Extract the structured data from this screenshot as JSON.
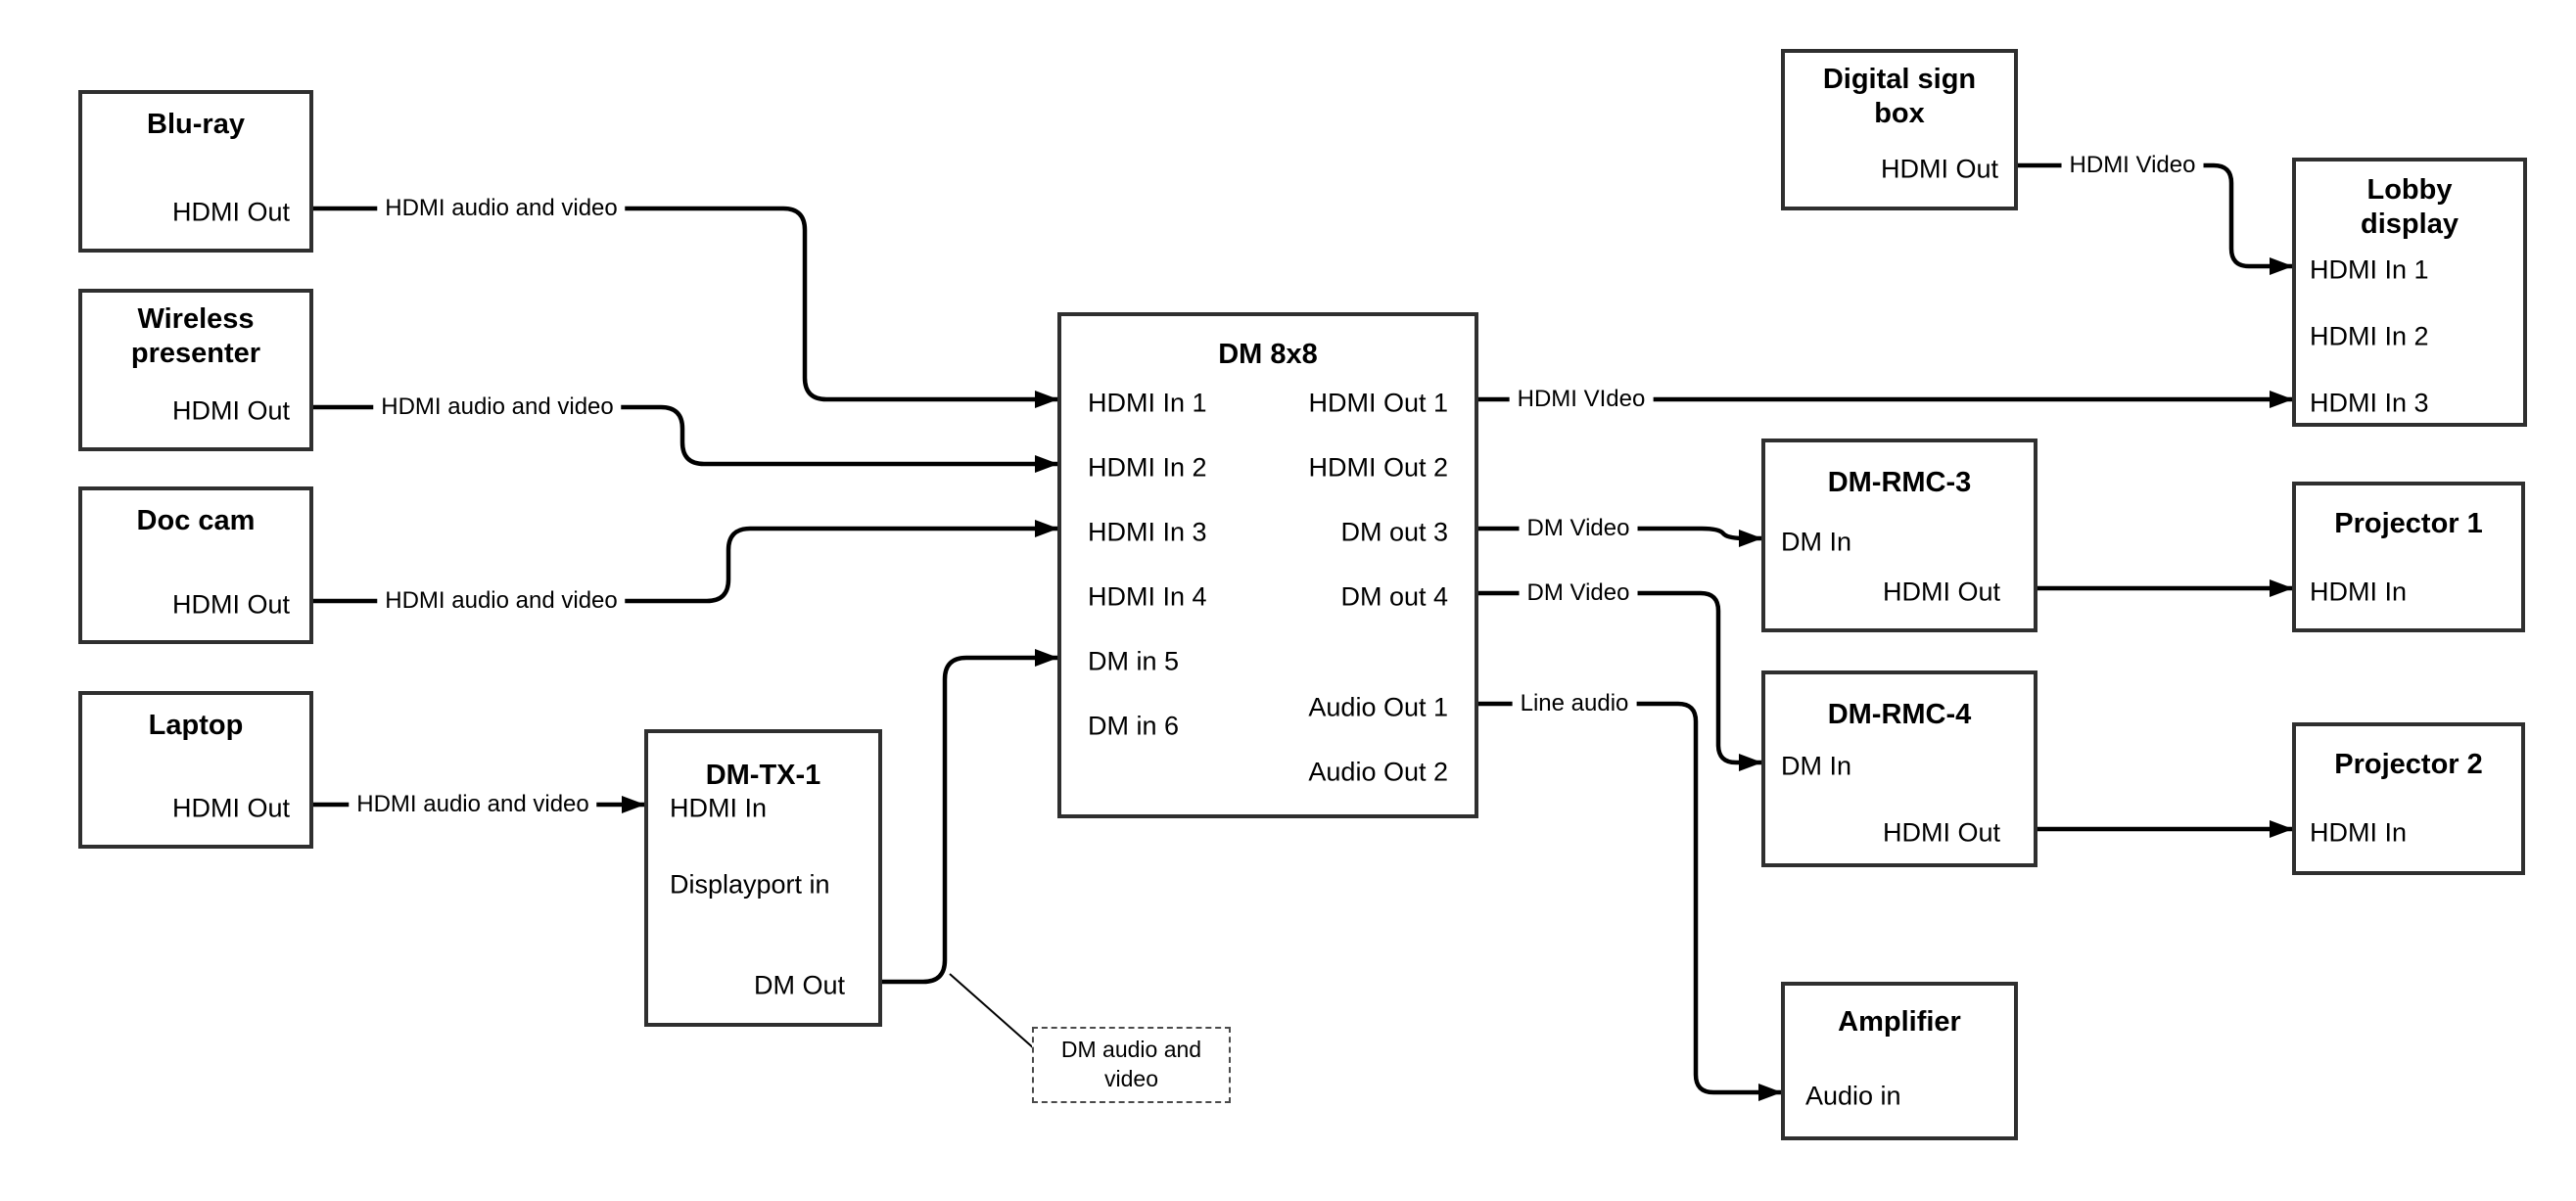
{
  "colors": {
    "background": "#ffffff",
    "wire": "#000000",
    "box_border": "#2f2f2f",
    "box_fill": "#ffffff"
  },
  "nodes": {
    "bluray": {
      "title": "Blu-ray",
      "hdmi_out": "HDMI Out"
    },
    "wireless_presenter": {
      "title": "Wireless presenter",
      "hdmi_out": "HDMI Out"
    },
    "doc_cam": {
      "title": "Doc cam",
      "hdmi_out": "HDMI Out"
    },
    "laptop": {
      "title": "Laptop",
      "hdmi_out": "HDMI Out"
    },
    "dm_tx_1": {
      "title": "DM-TX-1",
      "hdmi_in": "HDMI In",
      "displayport_in": "Displayport in",
      "dm_out": "DM Out"
    },
    "dm_8x8": {
      "title": "DM 8x8",
      "hdmi_in_1": "HDMI In 1",
      "hdmi_in_2": "HDMI In 2",
      "hdmi_in_3": "HDMI In 3",
      "hdmi_in_4": "HDMI In 4",
      "dm_in_5": "DM in 5",
      "dm_in_6": "DM in 6",
      "hdmi_out_1": "HDMI Out 1",
      "hdmi_out_2": "HDMI Out 2",
      "dm_out_3": "DM out 3",
      "dm_out_4": "DM out 4",
      "audio_out_1": "Audio Out 1",
      "audio_out_2": "Audio Out 2"
    },
    "digital_sign_box": {
      "title": "Digital sign box",
      "hdmi_out": "HDMI Out"
    },
    "lobby_display": {
      "title": "Lobby display",
      "hdmi_in_1": "HDMI In 1",
      "hdmi_in_2": "HDMI In 2",
      "hdmi_in_3": "HDMI In 3"
    },
    "dm_rmc_3": {
      "title": "DM-RMC-3",
      "dm_in": "DM In",
      "hdmi_out": "HDMI Out"
    },
    "projector_1": {
      "title": "Projector 1",
      "hdmi_in": "HDMI In"
    },
    "dm_rmc_4": {
      "title": "DM-RMC-4",
      "dm_in": "DM In",
      "hdmi_out": "HDMI Out"
    },
    "projector_2": {
      "title": "Projector 2",
      "hdmi_in": "HDMI In"
    },
    "amplifier": {
      "title": "Amplifier",
      "audio_in": "Audio in"
    }
  },
  "wire_labels": {
    "bluray_wire": "HDMI audio and video",
    "wireless_wire": "HDMI audio and video",
    "doc_cam_wire": "HDMI audio and video",
    "laptop_wire": "HDMI audio and video",
    "hdmi_out_1_wire": "HDMI VIdeo",
    "dm_out_3_wire": "DM Video",
    "dm_out_4_wire": "DM Video",
    "audio_out_1_wire": "Line audio",
    "digital_sign_wire": "HDMI Video"
  },
  "note": {
    "text": "DM audio and video"
  }
}
